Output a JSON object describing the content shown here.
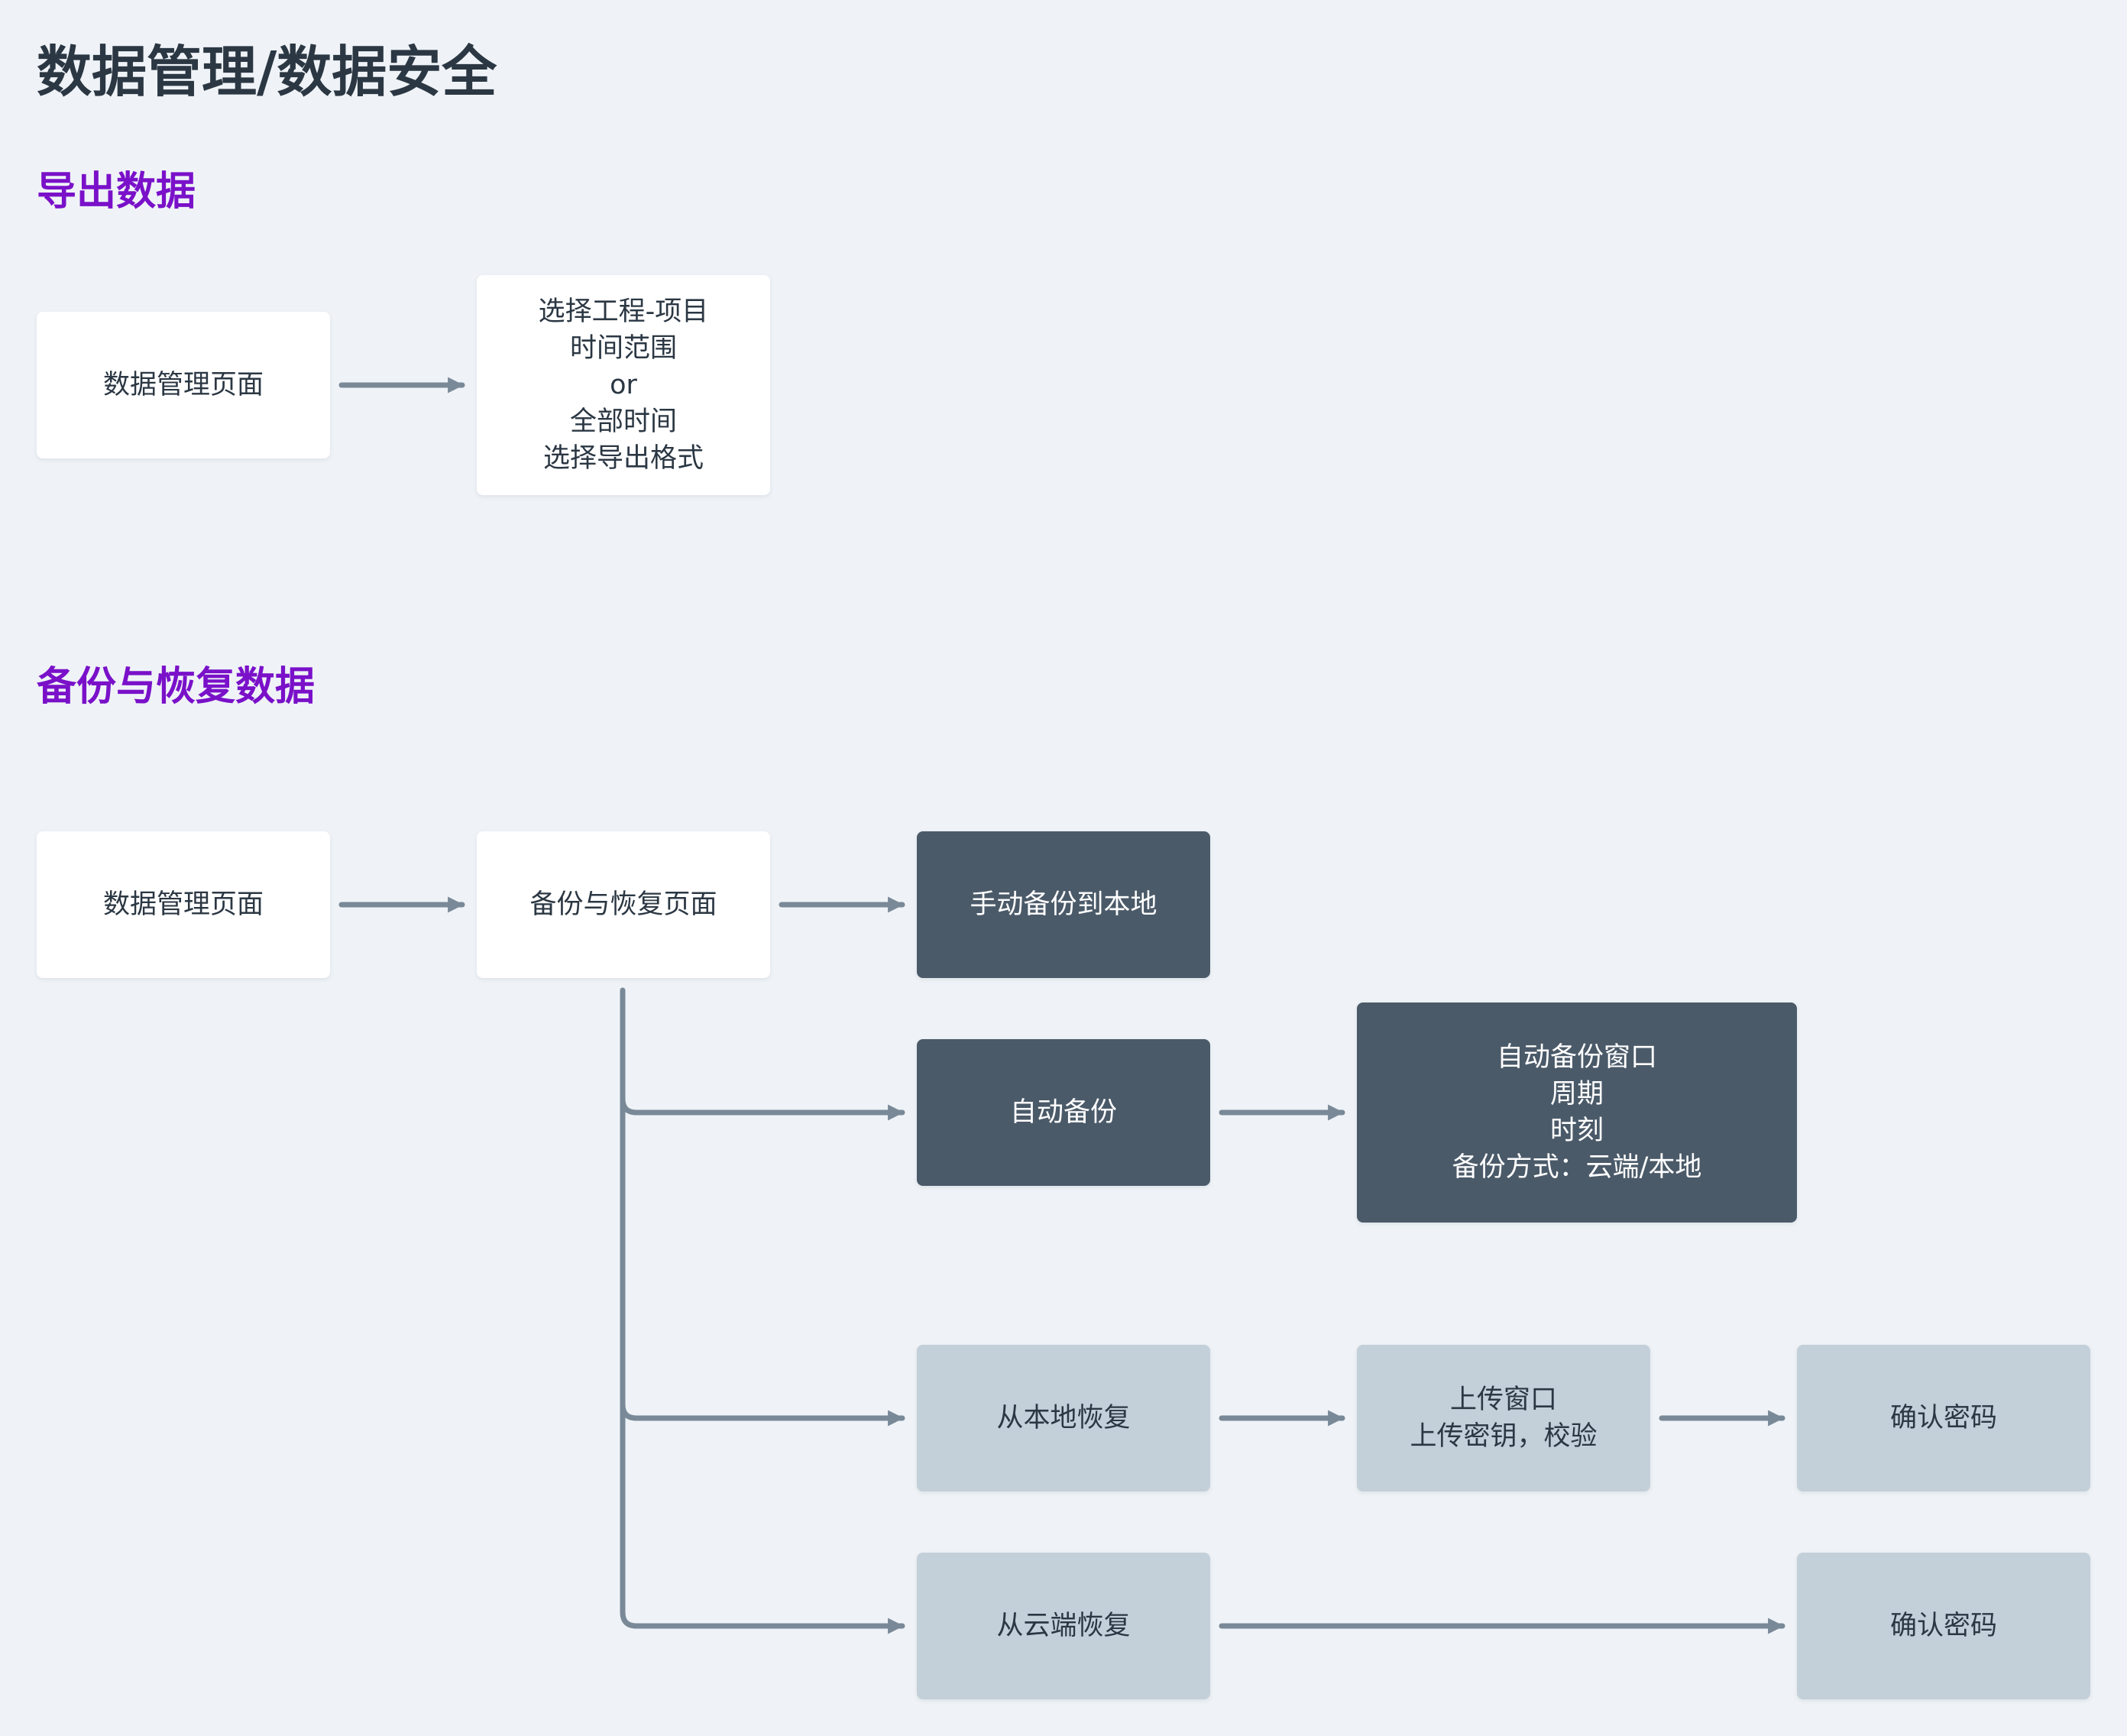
{
  "title": "数据管理/数据安全",
  "sections": {
    "export": {
      "title": "导出数据"
    },
    "backup": {
      "title": "备份与恢复数据"
    }
  },
  "nodes": {
    "export_data_mgmt": "数据管理页面",
    "export_options": "选择工程-项目\n时间范围\nor\n全部时间\n选择导出格式",
    "backup_data_mgmt": "数据管理页面",
    "backup_restore_page": "备份与恢复页面",
    "manual_backup": "手动备份到本地",
    "auto_backup": "自动备份",
    "auto_backup_window": "自动备份窗口\n周期\n时刻\n备份方式：云端/本地",
    "restore_local": "从本地恢复",
    "upload_window": "上传窗口\n上传密钥，校验",
    "confirm_password_local": "确认密码",
    "restore_cloud": "从云端恢复",
    "confirm_password_cloud": "确认密码"
  },
  "colors": {
    "background": "#eff3f7",
    "title": "#2b3743",
    "section_title": "#7a11c9",
    "node_white": "#ffffff",
    "node_dark": "#4b5a69",
    "node_grey": "#c3cfd9",
    "connector": "#798998"
  }
}
